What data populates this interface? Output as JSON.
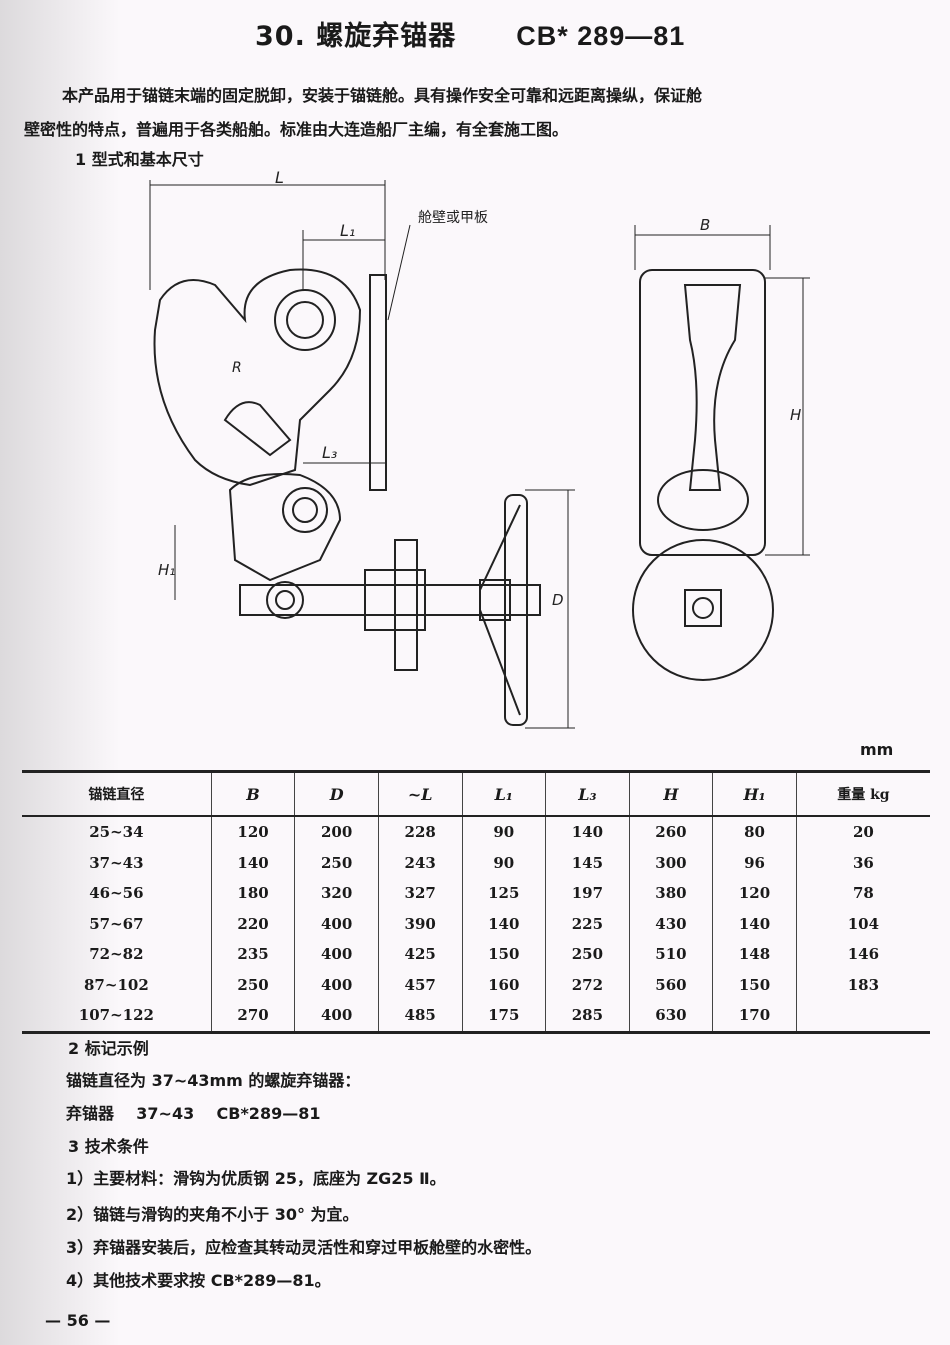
{
  "header": {
    "title": "30. 螺旋弃锚器",
    "standard": "CB* 289—81"
  },
  "intro": {
    "line1": "本产品用于锚链末端的固定脱卸，安装于锚链舱。具有操作安全可靠和远距离操纵，保证舱",
    "line2": "壁密性的特点，普遍用于各类船舶。标准由大连造船厂主编，有全套施工图。"
  },
  "section1": {
    "title": "1  型式和基本尺寸"
  },
  "drawing": {
    "labels": {
      "L": "L",
      "L1": "L₁",
      "L3": "L₃",
      "R": "R",
      "H1": "H₁",
      "D": "D",
      "B": "B",
      "H": "H",
      "bulkhead": "舱壁或甲板"
    }
  },
  "table": {
    "unit": "mm",
    "headers": [
      "锚链直径",
      "B",
      "D",
      "~L",
      "L₁",
      "L₃",
      "H",
      "H₁",
      "重量 kg"
    ],
    "rows": [
      [
        "25~34",
        "120",
        "200",
        "228",
        "90",
        "140",
        "260",
        "80",
        "20"
      ],
      [
        "37~43",
        "140",
        "250",
        "243",
        "90",
        "145",
        "300",
        "96",
        "36"
      ],
      [
        "46~56",
        "180",
        "320",
        "327",
        "125",
        "197",
        "380",
        "120",
        "78"
      ],
      [
        "57~67",
        "220",
        "400",
        "390",
        "140",
        "225",
        "430",
        "140",
        "104"
      ],
      [
        "72~82",
        "235",
        "400",
        "425",
        "150",
        "250",
        "510",
        "148",
        "146"
      ],
      [
        "87~102",
        "250",
        "400",
        "457",
        "160",
        "272",
        "560",
        "150",
        "183"
      ],
      [
        "107~122",
        "270",
        "400",
        "485",
        "175",
        "285",
        "630",
        "170",
        ""
      ]
    ]
  },
  "section2": {
    "title": "2  标记示例",
    "line1": "锚链直径为 37~43mm 的螺旋弃锚器：",
    "line2": "弃锚器    37~43    CB*289—81"
  },
  "section3": {
    "title": "3  技术条件",
    "items": [
      "1）主要材料：滑钩为优质钢 25，底座为 ZG25 Ⅱ。",
      "2）锚链与滑钩的夹角不小于 30° 为宜。",
      "3）弃锚器安装后，应检查其转动灵活性和穿过甲板舱壁的水密性。",
      "4）其他技术要求按 CB*289—81。"
    ]
  },
  "footer": {
    "page": "— 56 —"
  }
}
